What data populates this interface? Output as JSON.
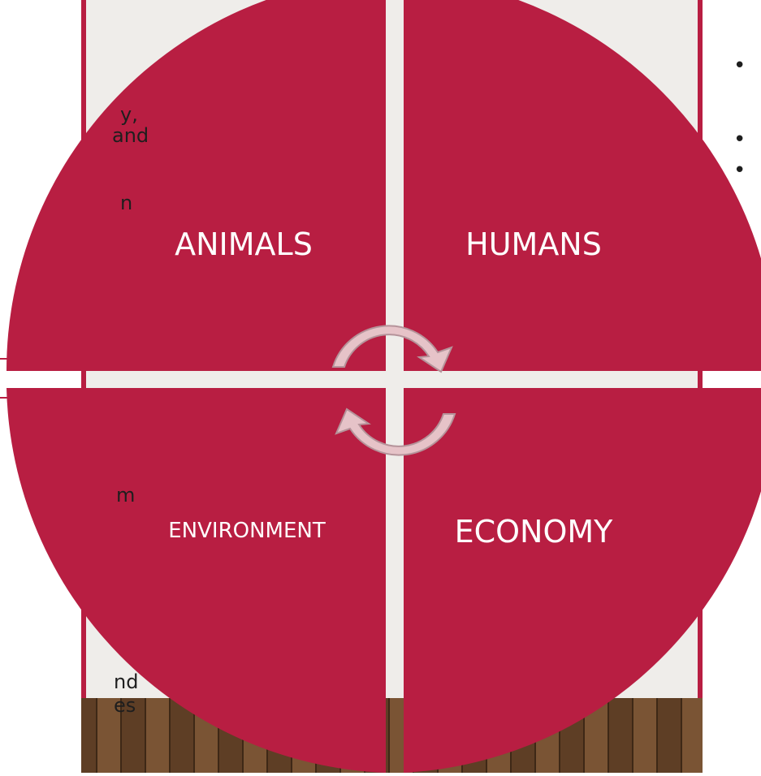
{
  "diagram": {
    "quadrants": [
      {
        "id": "top-left",
        "label": "ANIMALS"
      },
      {
        "id": "top-right",
        "label": "HUMANS"
      },
      {
        "id": "bottom-left",
        "label": "ENVIRONMENT"
      },
      {
        "id": "bottom-right",
        "label": "ECONOMY"
      }
    ],
    "colors": {
      "quadrant_fill": "#B81E42",
      "arrow_fill": "#E6C3C8",
      "gap_color": "#E4E0DB",
      "back_panel": "#EFEDEA",
      "floor": "#6E4A2E"
    }
  },
  "left_text_fragments": [
    "y,",
    "and",
    "n",
    "m",
    "nd",
    "es"
  ],
  "right_bullets": [
    "•",
    "•",
    "•"
  ]
}
